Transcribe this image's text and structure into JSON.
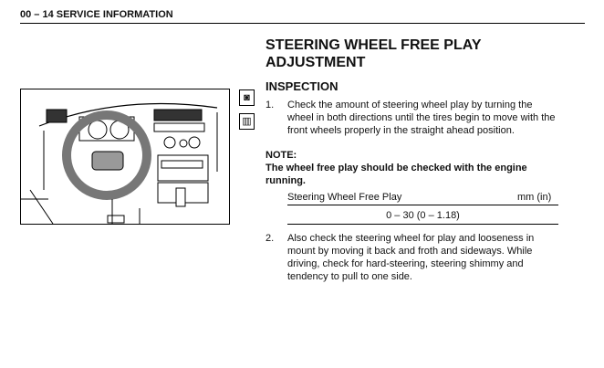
{
  "header": {
    "text": "00 – 14  SERVICE INFORMATION"
  },
  "title": {
    "line1": "STEERING WHEEL FREE PLAY",
    "line2": "ADJUSTMENT"
  },
  "icons": [
    "remove-install-icon",
    "engine-running-icon"
  ],
  "section": "INSPECTION",
  "steps": [
    {
      "num": "1.",
      "text": "Check the amount of steering wheel play by turning the wheel in both directions until the tires begin to move with the front wheels properly in the straight ahead position."
    },
    {
      "num": "2.",
      "text": "Also check the steering wheel for play and looseness in mount by moving it back and froth and sideways. While driving, check for hard-steering, steering shimmy and tendency to pull to one side."
    }
  ],
  "note": {
    "label": "NOTE:",
    "text": "The wheel free play should be checked with the engine running."
  },
  "spec_table": {
    "item": "Steering Wheel Free Play",
    "unit": "mm (in)",
    "value": "0 – 30 (0 – 1.18)"
  }
}
